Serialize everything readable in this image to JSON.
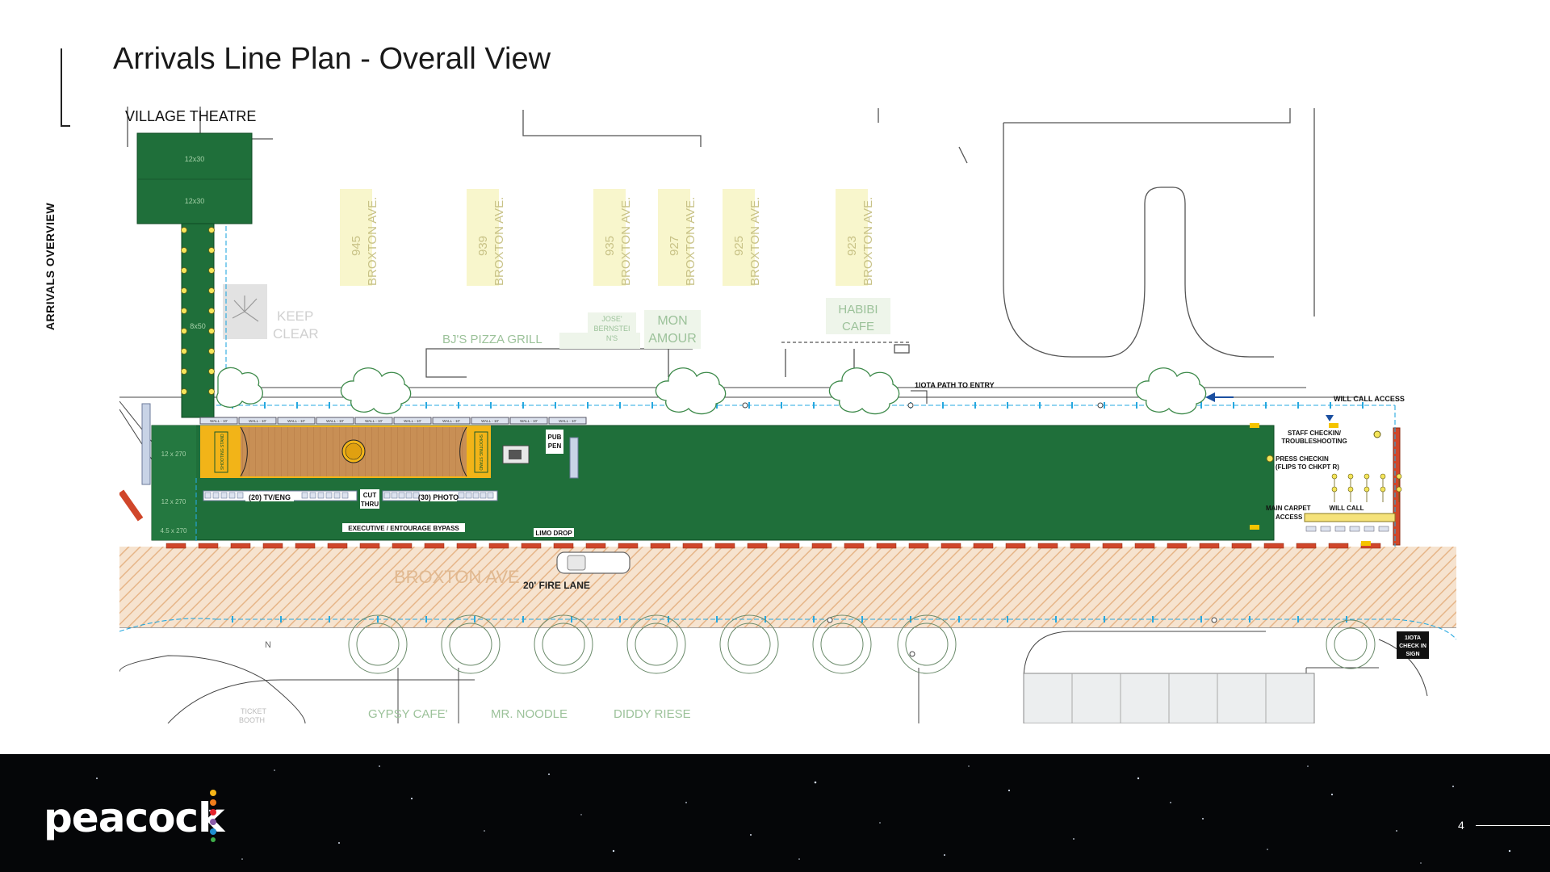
{
  "slide": {
    "title": "Arrivals Line Plan - Overall View",
    "section_label": "ARRIVALS OVERVIEW",
    "page_number": "4",
    "brand": "peacock"
  },
  "plan": {
    "village_theatre": "VILLAGE THEATRE",
    "tent_12x30_a": "12x30",
    "tent_12x30_b": "12x30",
    "tent_8x50": "8x50",
    "tent_12x270_a": "12 x 270",
    "tent_12x270_b": "12 x 270",
    "tent_45x270": "4.5 x 270",
    "addresses": [
      {
        "num": "945",
        "street": "BROXTON AVE."
      },
      {
        "num": "939",
        "street": "BROXTON AVE."
      },
      {
        "num": "935",
        "street": "BROXTON AVE."
      },
      {
        "num": "927",
        "street": "BROXTON AVE."
      },
      {
        "num": "925",
        "street": "BROXTON AVE."
      },
      {
        "num": "923",
        "street": "BROXTON AVE."
      }
    ],
    "keep_clear_1": "KEEP",
    "keep_clear_2": "CLEAR",
    "bjs": "BJ'S PIZZA GRILL",
    "jose_1": "JOSE'",
    "jose_2": "BERNSTEI",
    "jose_3": "N'S",
    "mon_amour_1": "MON",
    "mon_amour_2": "AMOUR",
    "habibi_1": "HABIBI",
    "habibi_2": "CAFE",
    "path_to_entry": "1IOTA PATH TO ENTRY",
    "will_call_access": "WILL CALL ACCESS",
    "staff_checkin_1": "STAFF CHECKIN/",
    "staff_checkin_2": "TROUBLESHOOTING",
    "press_checkin_1": "PRESS CHECKIN",
    "press_checkin_2": "(FLIPS TO CHKPT R)",
    "main_carpet_1": "MAIN CARPET",
    "main_carpet_2": "ACCESS",
    "will_call": "WILL CALL",
    "wall_label": "WALL - 10'",
    "shooting_stand": "SHOOTING STAND",
    "pub_pen_1": "PUB",
    "pub_pen_2": "PEN",
    "tv_eng": "(20) TV/ENG",
    "cut_thru_1": "CUT",
    "cut_thru_2": "THRU",
    "photo": "(30) PHOTO",
    "exec_bypass": "EXECUTIVE / ENTOURAGE BYPASS",
    "limo_drop": "LIMO DROP",
    "broxton_street": "BROXTON AVE",
    "fire_lane": "20' FIRE LANE",
    "iota_sign_1": "1IOTA",
    "iota_sign_2": "CHECK IN",
    "iota_sign_3": "SIGN",
    "gypsy": "GYPSY CAFE'",
    "noodle": "MR. NOODLE",
    "diddy": "DIDDY RIESE",
    "ticket_1": "TICKET",
    "ticket_2": "BOOTH",
    "north": "N"
  }
}
